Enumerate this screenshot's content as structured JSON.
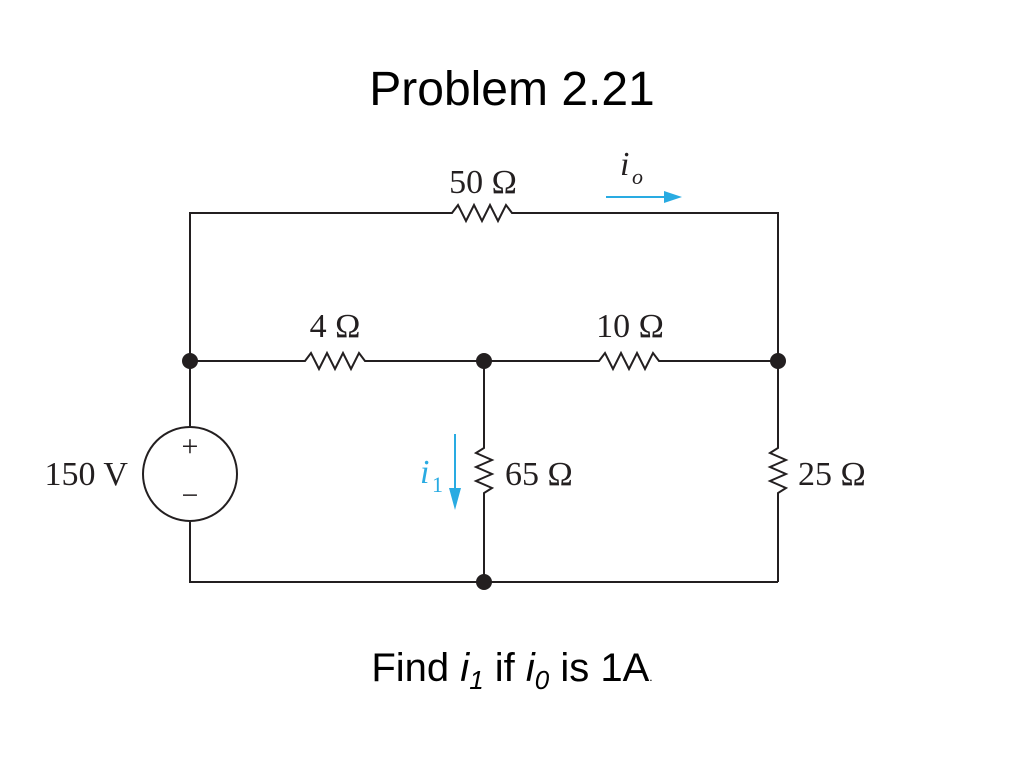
{
  "slide": {
    "title": "Problem 2.21"
  },
  "circuit": {
    "source_voltage": "150 V",
    "source_plus": "+",
    "source_minus": "−",
    "resistor_top": "50 Ω",
    "resistor_left_mid": "4 Ω",
    "resistor_right_mid": "10 Ω",
    "resistor_center_vertical": "65 Ω",
    "resistor_right_vertical": "25 Ω",
    "current_top_symbol": "i",
    "current_top_subscript": "o",
    "current_center_symbol": "i",
    "current_center_subscript": "1",
    "arrow_color": "#29abe2"
  },
  "question": {
    "find": "Find ",
    "var1": "i",
    "sub1": "1",
    "if": " if ",
    "var2": "i",
    "sub2": "0",
    "rest": " is 1A",
    "period": "."
  }
}
